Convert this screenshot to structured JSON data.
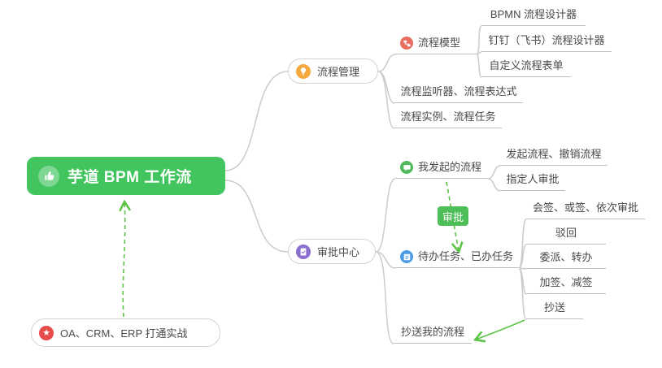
{
  "palette": {
    "root_green": "#42c45f",
    "badge_green": "#4ebe58",
    "arrow_green": "#5cc447",
    "connector_gray": "#cbcbcb",
    "underline_gray": "#bfbfbf",
    "bulb_orange": "#f5a83b",
    "model_red": "#e86c60",
    "approval_purple": "#8b6fd0",
    "initiated_green": "#52b95c",
    "todo_blue": "#4d9be8",
    "star_red": "#e84b4b"
  },
  "icons": {
    "root": "thumbs-up-icon",
    "process_management": "bulb-icon",
    "process_model": "flow-model-icon",
    "approval_center": "clipboard-check-icon",
    "my_initiated": "chat-bubble-icon",
    "todo_done": "checklist-icon",
    "integration": "star-icon",
    "star_glyph": "★"
  },
  "root": {
    "label": "芋道 BPM 工作流"
  },
  "branches": {
    "process_management": {
      "label": "流程管理"
    },
    "approval_center": {
      "label": "审批中心"
    }
  },
  "process": {
    "model": {
      "label": "流程模型"
    },
    "bpmn_designer": {
      "label": "BPMN 流程设计器"
    },
    "dingtalk_designer": {
      "label": "钉钉（飞书）流程设计器"
    },
    "custom_form": {
      "label": "自定义流程表单"
    },
    "listener_expression": {
      "label": "流程监听器、流程表达式"
    },
    "instance_task": {
      "label": "流程实例、流程任务"
    }
  },
  "approval": {
    "my_initiated": {
      "label": "我发起的流程"
    },
    "initiate_cancel": {
      "label": "发起流程、撤销流程"
    },
    "assignee": {
      "label": "指定人审批"
    },
    "badge": {
      "label": "审批"
    },
    "todo_done": {
      "label": "待办任务、已办任务"
    },
    "countersign": {
      "label": "会签、或签、依次审批"
    },
    "reject": {
      "label": "驳回"
    },
    "delegate": {
      "label": "委派、转办"
    },
    "sign_add_remove": {
      "label": "加签、减签"
    },
    "cc": {
      "label": "抄送"
    },
    "cc_my": {
      "label": "抄送我的流程"
    }
  },
  "integration": {
    "label": "OA、CRM、ERP 打通实战"
  }
}
